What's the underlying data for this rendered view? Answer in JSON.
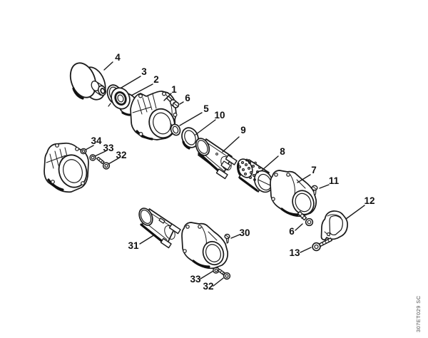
{
  "figure": {
    "code": "307ET029 SC",
    "background_color": "#ffffff",
    "line_color": "#1a1a1a"
  },
  "callouts": {
    "c1": {
      "label": "1"
    },
    "c2": {
      "label": "2"
    },
    "c3": {
      "label": "3"
    },
    "c4": {
      "label": "4"
    },
    "c5": {
      "label": "5"
    },
    "c6a": {
      "label": "6"
    },
    "c6b": {
      "label": "6"
    },
    "c7": {
      "label": "7"
    },
    "c8": {
      "label": "8"
    },
    "c9": {
      "label": "9"
    },
    "c10": {
      "label": "10"
    },
    "c11": {
      "label": "11"
    },
    "c12": {
      "label": "12"
    },
    "c13": {
      "label": "13"
    },
    "c30": {
      "label": "30"
    },
    "c31": {
      "label": "31"
    },
    "c32a": {
      "label": "32"
    },
    "c32b": {
      "label": "32"
    },
    "c33a": {
      "label": "33"
    },
    "c33b": {
      "label": "33"
    },
    "c34": {
      "label": "34"
    }
  }
}
